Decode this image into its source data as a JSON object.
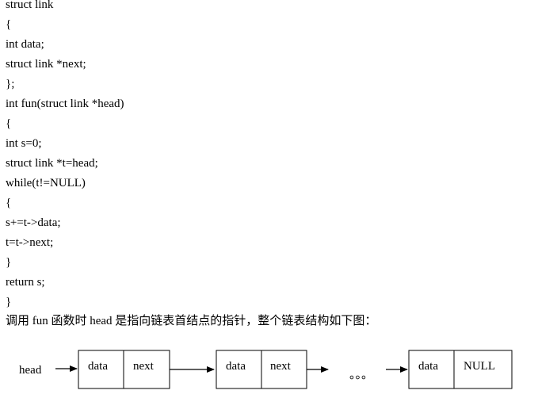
{
  "code": {
    "lines": [
      "struct link",
      "{",
      "int data;",
      "struct link *next;",
      "};",
      "int fun(struct link *head)",
      "{",
      "int s=0;",
      "struct link *t=head;",
      "while(t!=NULL)",
      "{",
      "s+=t->data;",
      "t=t->next;",
      "}",
      "return s;",
      "}"
    ]
  },
  "caption": "调用 fun 函数时 head 是指向链表首结点的指针，整个链表结构如下图：",
  "diagram": {
    "head_label": "head",
    "ellipsis": "。。。",
    "nodes": [
      {
        "field1": "data",
        "field2": "next"
      },
      {
        "field1": "data",
        "field2": "next"
      },
      {
        "field1": "data",
        "field2": "NULL"
      }
    ]
  }
}
